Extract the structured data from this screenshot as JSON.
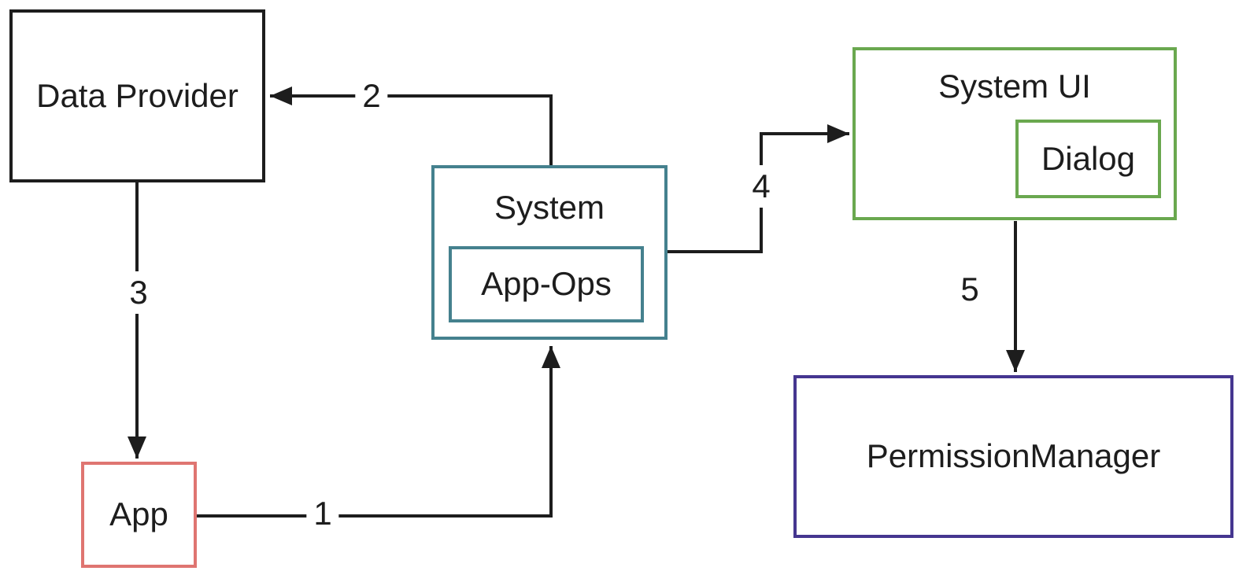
{
  "diagram": {
    "background_color": "#ffffff",
    "line_color": "#1d1d1d",
    "nodes": {
      "data_provider": {
        "label": "Data Provider",
        "border_color": "#1d1d1d"
      },
      "app": {
        "label": "App",
        "border_color": "#df7571"
      },
      "system": {
        "label": "System",
        "border_color": "#45818e"
      },
      "app_ops": {
        "label": "App-Ops",
        "border_color": "#45818e",
        "parent": "system"
      },
      "system_ui": {
        "label": "System UI",
        "border_color": "#6aa84f"
      },
      "dialog": {
        "label": "Dialog",
        "border_color": "#6aa84f",
        "parent": "system_ui"
      },
      "permission_manager": {
        "label": "PermissionManager",
        "border_color": "#453690"
      }
    },
    "edges": [
      {
        "label": "1",
        "from": "app",
        "to": "system"
      },
      {
        "label": "2",
        "from": "system",
        "to": "data_provider"
      },
      {
        "label": "3",
        "from": "data_provider",
        "to": "app"
      },
      {
        "label": "4",
        "from": "system",
        "to": "system_ui"
      },
      {
        "label": "5",
        "from": "system_ui",
        "to": "permission_manager"
      }
    ]
  }
}
